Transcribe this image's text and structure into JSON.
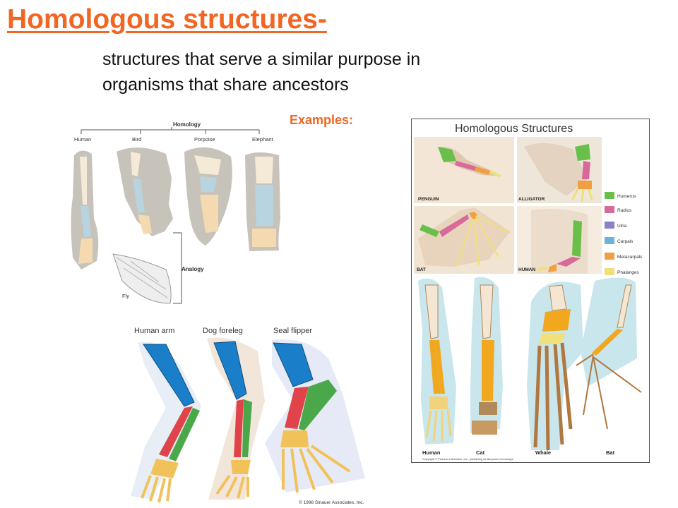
{
  "slide": {
    "title": "Homologous structures-",
    "definition_line1": "structures that serve a similar purpose in",
    "definition_line2": "organisms that share ancestors",
    "examples_label": "Examples:"
  },
  "fig_homology": {
    "heading": "Homology",
    "labels": [
      "Human",
      "Bird",
      "Porpoise",
      "Elephant"
    ],
    "analogy": "Analogy",
    "fly": "Fly"
  },
  "fig_limbs": {
    "labels": [
      "Human arm",
      "Dog foreleg",
      "Seal flipper"
    ],
    "copyright": "© 1998 Sinauer Associates, Inc."
  },
  "fig_structures": {
    "title": "Homologous Structures",
    "panels": [
      "PENGUIN",
      "ALLIGATOR",
      "BAT",
      "HUMAN"
    ],
    "legend": [
      {
        "label": "Humerus",
        "color": "#6abf4b"
      },
      {
        "label": "Radius",
        "color": "#d86a9a"
      },
      {
        "label": "Ulna",
        "color": "#8a82c8"
      },
      {
        "label": "Carpals",
        "color": "#6ab4d8"
      },
      {
        "label": "Metacarpals",
        "color": "#f0a040"
      },
      {
        "label": "Phalanges",
        "color": "#f0e07a"
      }
    ],
    "bottom_labels": [
      "Human",
      "Cat",
      "Whale",
      "Bat"
    ],
    "copyright": "Copyright © Pearson Education, Inc., publishing as Benjamin Cummings."
  },
  "colors": {
    "title": "#f26522",
    "blue_bone": "#1a7fc8",
    "red_bone": "#e0444a",
    "green_bone": "#4aa84a",
    "yellow_bone": "#f2c25a",
    "orange_bone": "#f0a020"
  }
}
